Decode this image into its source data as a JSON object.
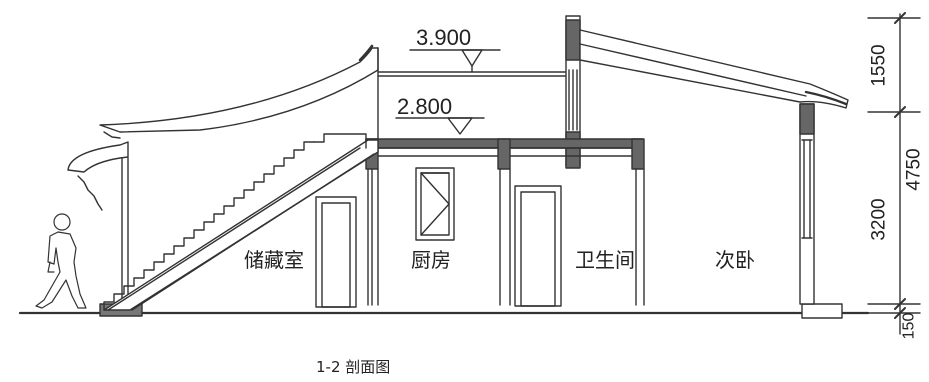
{
  "caption": "1-2 剖面图",
  "rooms": {
    "storage": "储藏室",
    "kitchen": "厨房",
    "bathroom": "卫生间",
    "bedroom": "次卧"
  },
  "elevations": {
    "upper": "3.900",
    "lower": "2.800"
  },
  "dimensions": {
    "roof_rise": "1550",
    "total_height": "4750",
    "floor_height": "3200",
    "plinth": "150"
  }
}
